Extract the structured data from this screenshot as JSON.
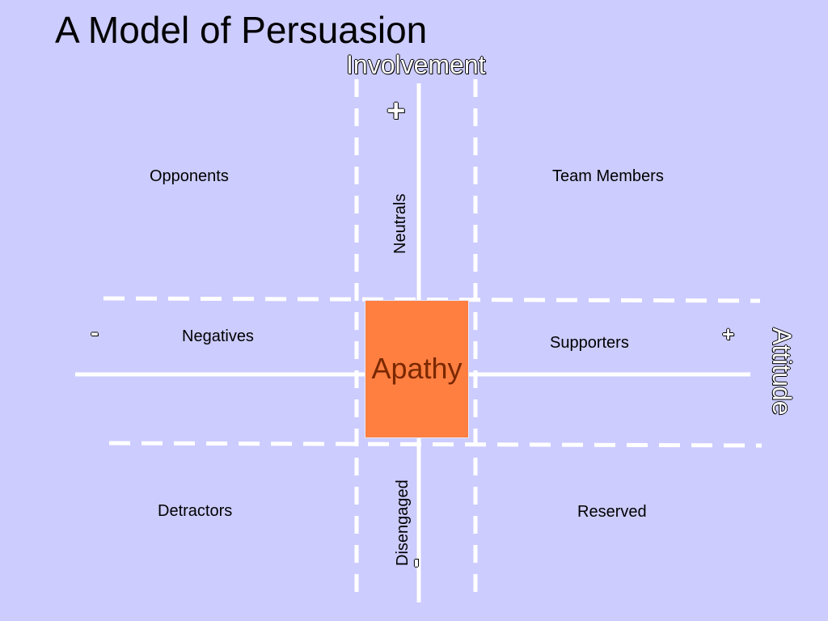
{
  "title": "A Model of Persuasion",
  "axes": {
    "vertical_label": "Involvement",
    "horizontal_label": "Attitude",
    "vertical_plus": "+",
    "vertical_minus": "-",
    "horizontal_minus": "-",
    "horizontal_plus": "+"
  },
  "quadrants": {
    "top_left": "Opponents",
    "top_right": "Team Members",
    "middle_left": "Negatives",
    "middle_right": "Supporters",
    "bottom_left": "Detractors",
    "bottom_right": "Reserved",
    "top_center": "Neutrals",
    "bottom_center": "Disengaged"
  },
  "center": {
    "label": "Apathy"
  },
  "colors": {
    "background": "#ccccff",
    "center_box": "#ff7f40",
    "center_text": "#7a2800",
    "lines": "#ffffff"
  }
}
